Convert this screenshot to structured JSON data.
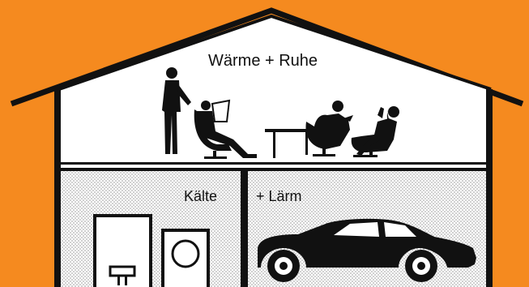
{
  "labels": {
    "upper_room": "Wärme + Ruhe",
    "garage_left": "Kälte",
    "garage_right": "+ Lärm"
  },
  "colors": {
    "background": "#F58A1F",
    "ink": "#111111",
    "room": "#FFFFFF",
    "garage_dots": "#9A9A9A"
  },
  "icons": {
    "standing_person": "person-standing-icon",
    "reading_person": "person-reading-in-chair-icon",
    "lounging_person": "person-lounging-icon",
    "woman_in_chair": "woman-in-chair-icon",
    "coffee_table": "table-icon",
    "car": "car-icon",
    "freezer": "freezer-icon",
    "washing_machine": "washing-machine-icon",
    "bench": "bench-icon"
  }
}
